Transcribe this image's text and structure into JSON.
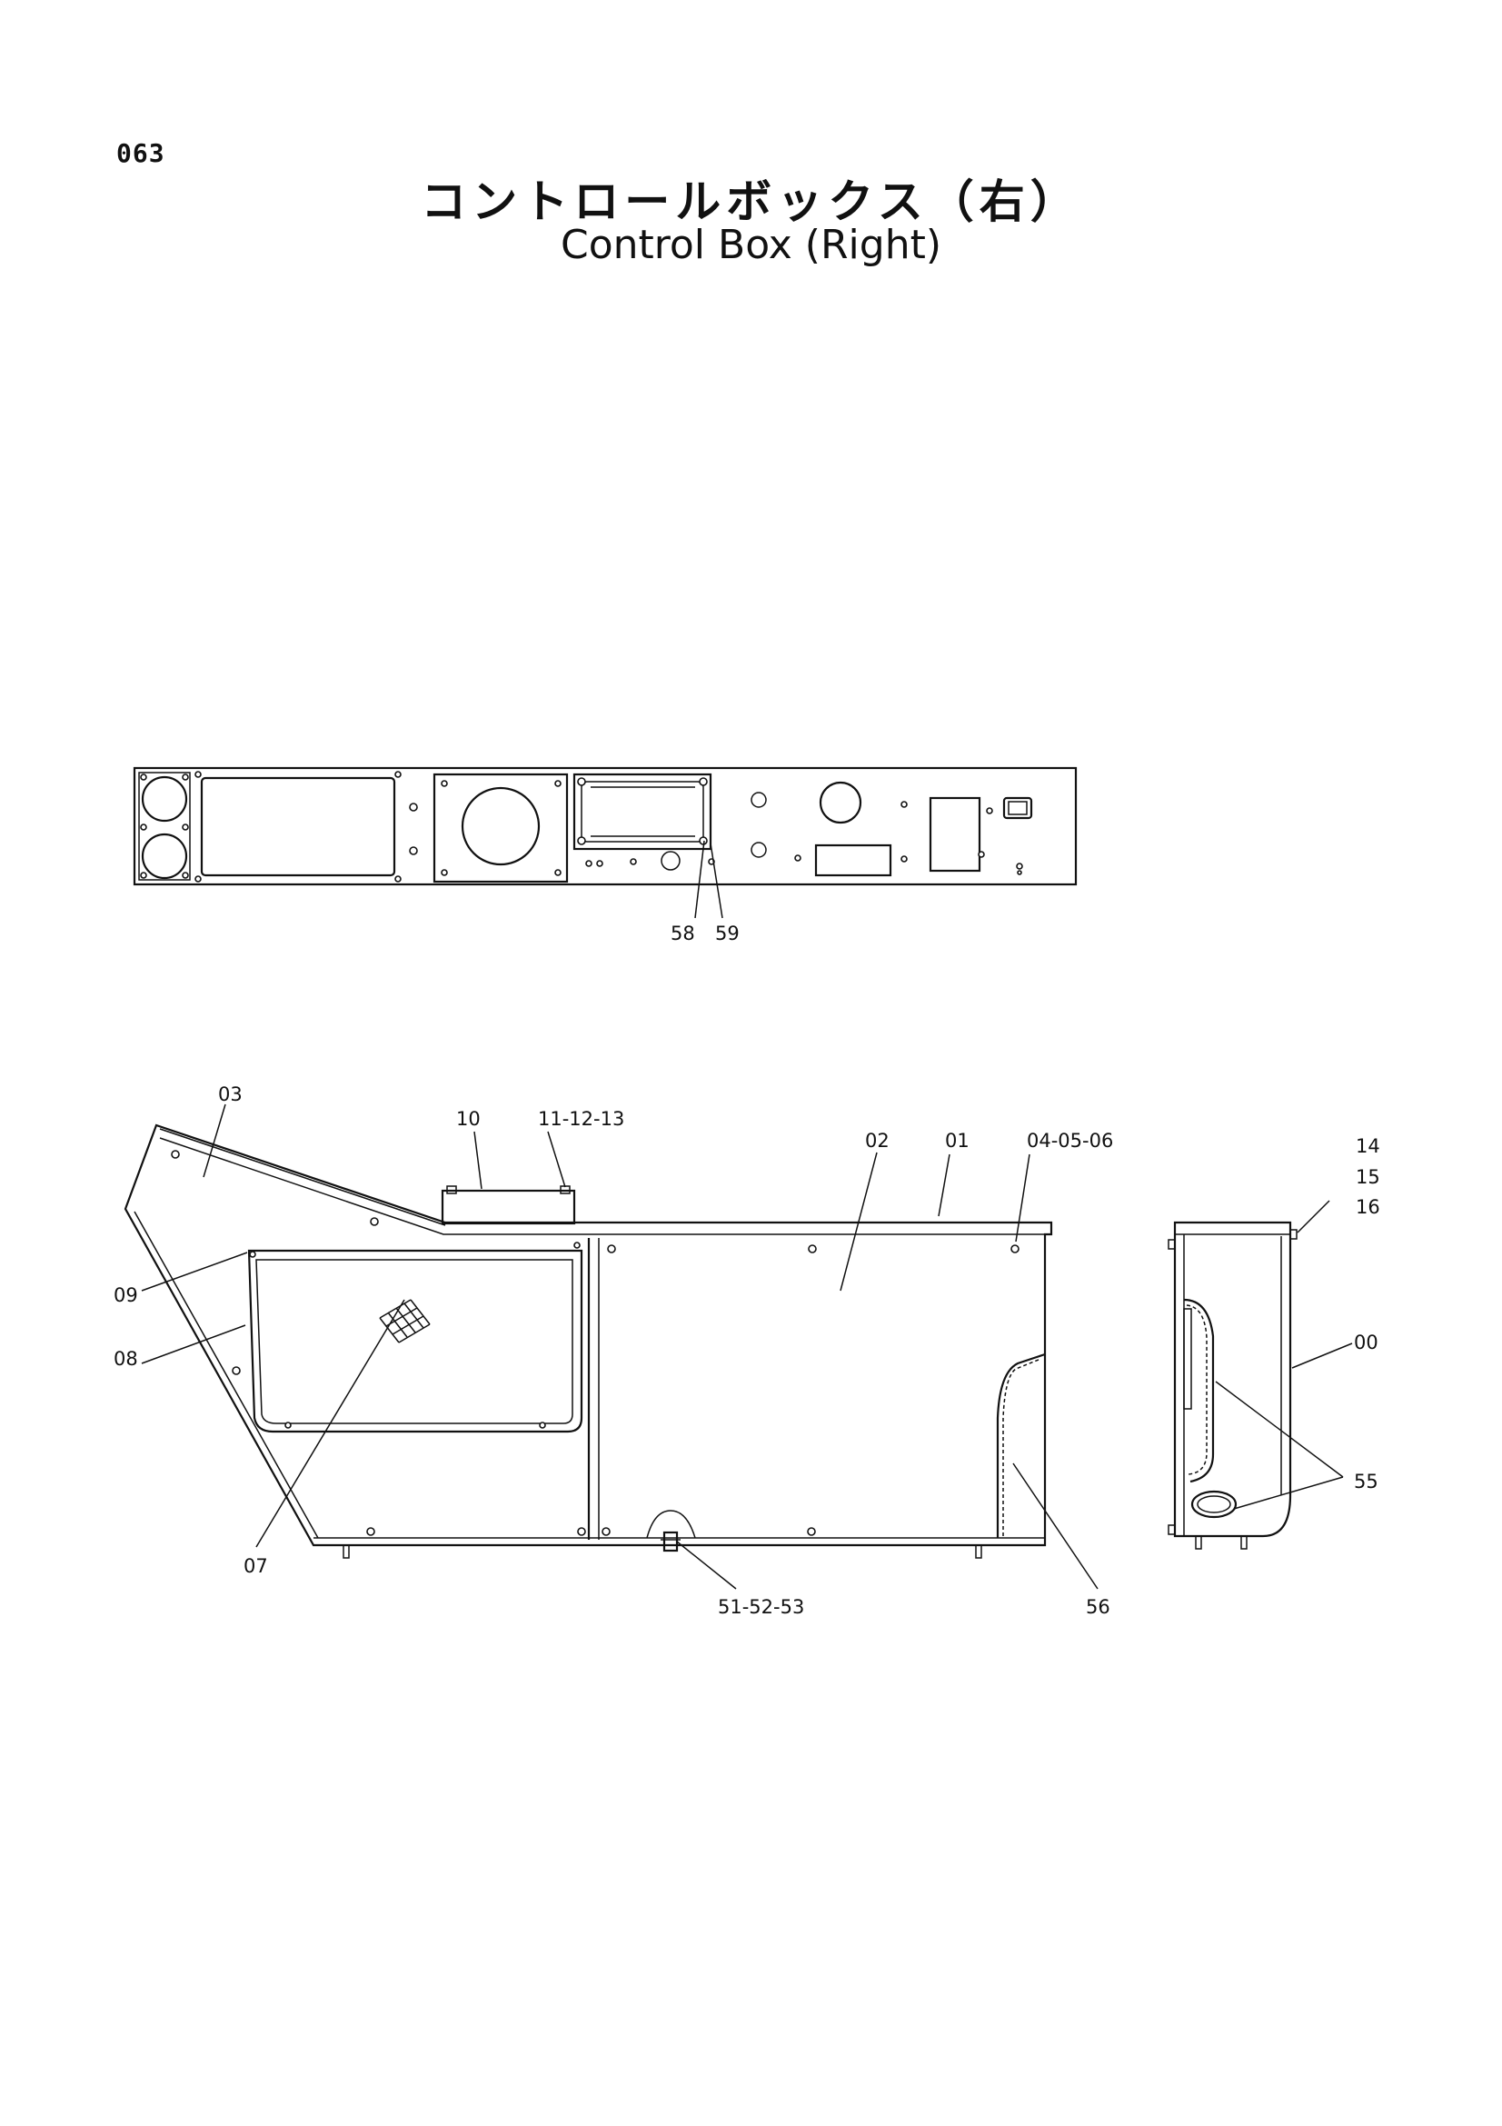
{
  "page_number": "063",
  "title_jp": "コントロールボックス（右）",
  "title_en": "Control Box (Right)",
  "callouts": {
    "c58": "58",
    "c59": "59",
    "c03": "03",
    "c10": "10",
    "c11_12_13": "11-12-13",
    "c02": "02",
    "c01": "01",
    "c04_05_06": "04-05-06",
    "c14": "14",
    "c15": "15",
    "c16": "16",
    "c09": "09",
    "c08": "08",
    "c00": "00",
    "c55": "55",
    "c07": "07",
    "c51_52_53": "51-52-53",
    "c56": "56"
  }
}
